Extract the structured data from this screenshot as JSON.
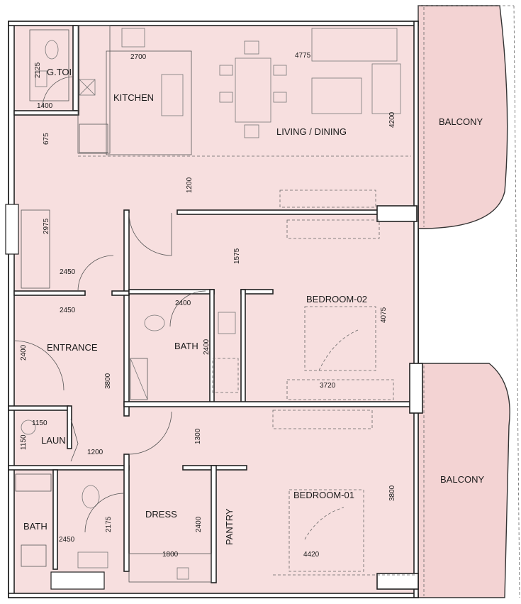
{
  "colors": {
    "floor": "#f7dfdf",
    "balcony": "#f3d3d3",
    "wall": "#222222"
  },
  "rooms": {
    "gtoi": "G.TOI",
    "kitchen": "KITCHEN",
    "living": "LIVING / DINING",
    "balcony_top": "BALCONY",
    "entrance": "ENTRANCE",
    "bath_center": "BATH",
    "bedroom2": "BEDROOM-02",
    "laun": "LAUN",
    "bath_left": "BATH",
    "dress": "DRESS",
    "pantry": "PANTRY",
    "bedroom1": "BEDROOM-01",
    "balcony_bottom": "BALCONY"
  },
  "dims": {
    "d2125": "2125",
    "d2700": "2700",
    "d4775": "4775",
    "d1400": "1400",
    "d675": "675",
    "d4200": "4200",
    "d1200a": "1200",
    "d2975": "2975",
    "d1575": "1575",
    "d2450a": "2450",
    "d2450b": "2450",
    "d2400a": "2400",
    "d2400b": "2400",
    "d2400c": "2400",
    "d4075": "4075",
    "d3800a": "3800",
    "d3720": "3720",
    "d1150a": "1150",
    "d1150b": "1150",
    "d1200b": "1200",
    "d1300": "1300",
    "d2175": "2175",
    "d2450c": "2450",
    "d2400d": "2400",
    "d1800": "1800",
    "d3800b": "3800",
    "d4420": "4420"
  }
}
